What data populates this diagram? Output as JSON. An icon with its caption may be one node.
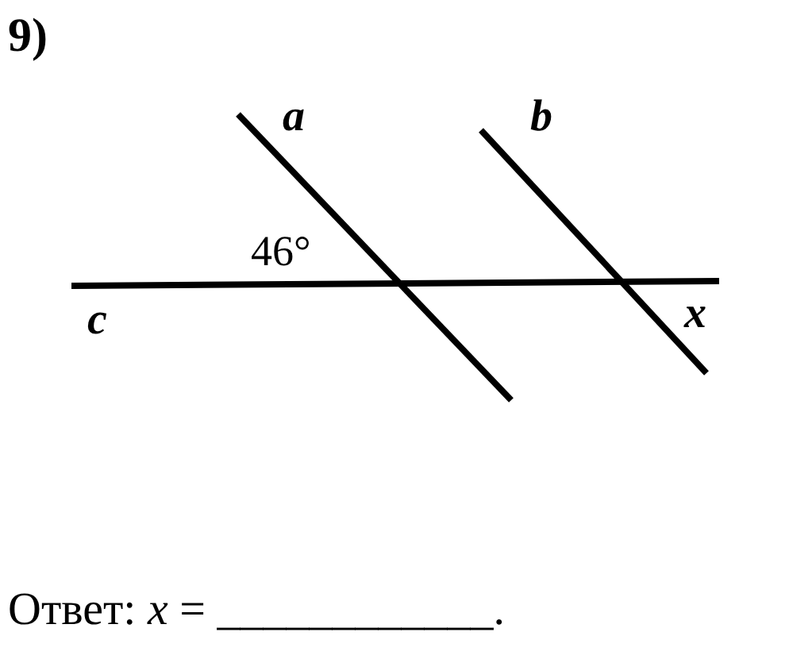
{
  "diagram": {
    "labels": [
      "9)",
      "a",
      "b",
      "46°",
      "c",
      "x",
      "Ответ: *x* = ____________."
    ]
  }
}
